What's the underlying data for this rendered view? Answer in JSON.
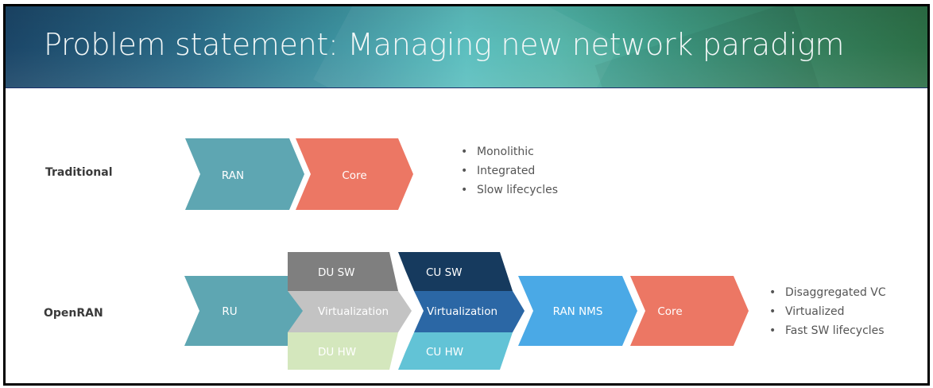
{
  "slide": {
    "title": "Problem statement: Managing new network paradigm"
  },
  "rows": {
    "traditional": {
      "label": "Traditional",
      "blocks": [
        {
          "label": "RAN",
          "color": "#5ea6b2"
        },
        {
          "label": "Core",
          "color": "#ec7764"
        }
      ],
      "bullets": [
        "Monolithic",
        "Integrated",
        "Slow lifecycles"
      ]
    },
    "openran": {
      "label": "OpenRAN",
      "blocks": {
        "ru": {
          "label": "RU",
          "color": "#5ea6b2"
        },
        "du": {
          "sw": {
            "label": "DU SW",
            "color": "#7f7f7f"
          },
          "virt": {
            "label": "Virtualization",
            "color": "#c3c3c3"
          },
          "hw": {
            "label": "DU HW",
            "color": "#d4e7bd"
          }
        },
        "cu": {
          "sw": {
            "label": "CU SW",
            "color": "#163a5e"
          },
          "virt": {
            "label": "Virtualization",
            "color": "#2b67a5"
          },
          "hw": {
            "label": "CU HW",
            "color": "#62c3d6"
          }
        },
        "ran_nms": {
          "label": "RAN NMS",
          "color": "#4aa9e6"
        },
        "core": {
          "label": "Core",
          "color": "#ec7764"
        }
      },
      "bullets": [
        "Disaggregated VC",
        "Virtualized",
        "Fast SW lifecycles"
      ]
    }
  },
  "bullet_glyph": "•"
}
